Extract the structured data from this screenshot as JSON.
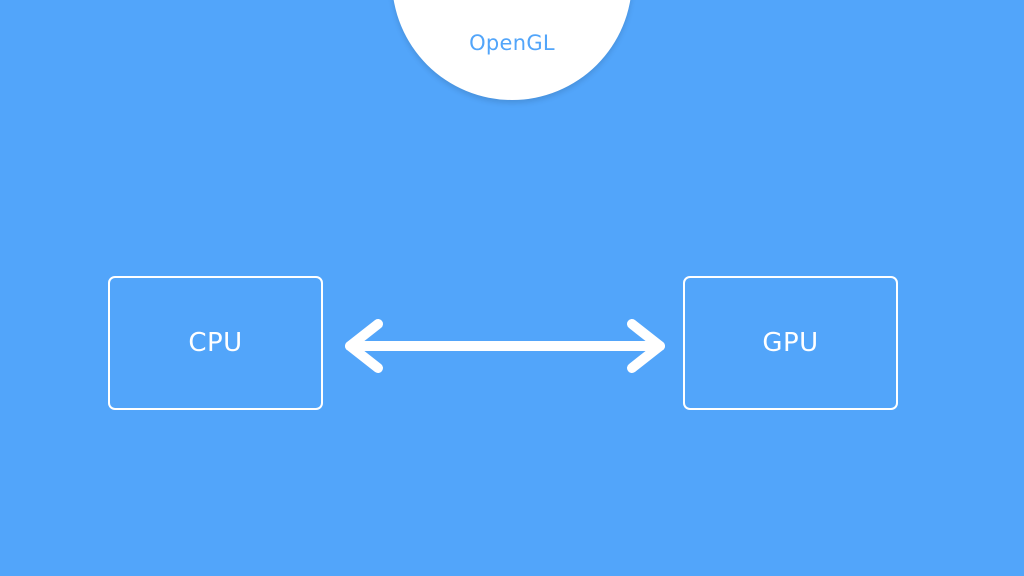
{
  "title": {
    "text": "OpenGL"
  },
  "nodes": {
    "left": {
      "label": "CPU"
    },
    "right": {
      "label": "GPU"
    }
  },
  "connector": {
    "direction": "bidirectional"
  },
  "colors": {
    "background": "#52a5fa",
    "foreground": "#ffffff",
    "title_text": "#52a5fa"
  },
  "icons": {
    "connector": "double-headed-arrow-icon"
  }
}
